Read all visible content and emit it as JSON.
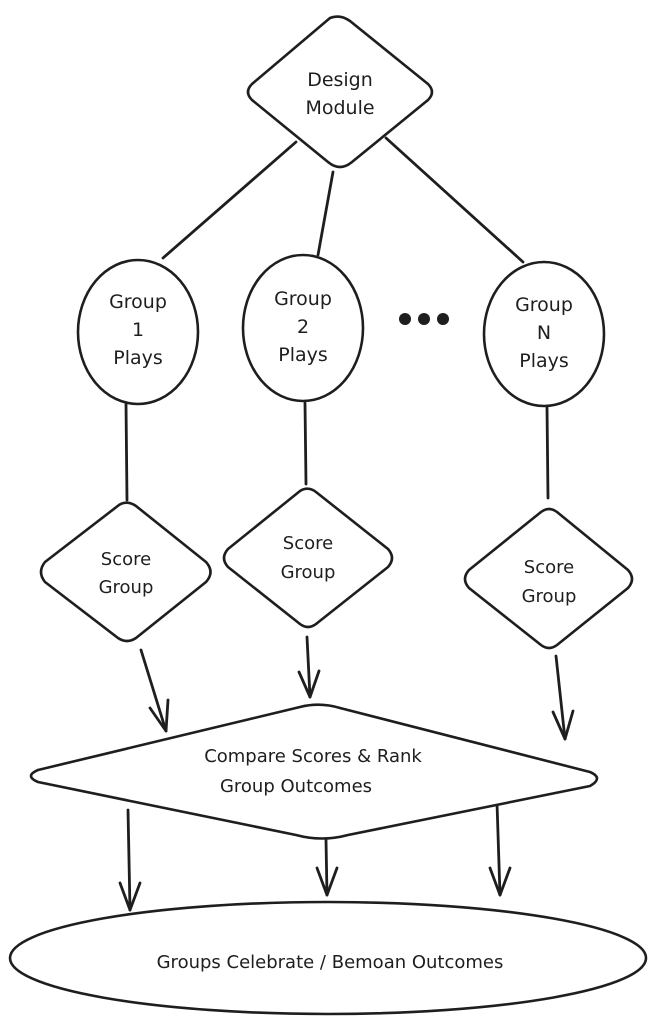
{
  "diagram": {
    "title": "Group game flow",
    "nodes": {
      "design": {
        "lines": [
          "Design",
          "Module"
        ],
        "shape": "diamond"
      },
      "group1": {
        "lines": [
          "Group",
          "1",
          "Plays"
        ],
        "shape": "ellipse"
      },
      "group2": {
        "lines": [
          "Group",
          "2",
          "Plays"
        ],
        "shape": "ellipse"
      },
      "ellipsis": {
        "text": "•••"
      },
      "groupN": {
        "lines": [
          "Group",
          "N",
          "Plays"
        ],
        "shape": "ellipse"
      },
      "score1": {
        "lines": [
          "Score",
          "Group"
        ],
        "shape": "diamond"
      },
      "score2": {
        "lines": [
          "Score",
          "Group"
        ],
        "shape": "diamond"
      },
      "scoreN": {
        "lines": [
          "Score",
          "Group"
        ],
        "shape": "diamond"
      },
      "compare": {
        "lines": [
          "Compare Scores & Rank",
          "Group Outcomes"
        ],
        "shape": "diamond"
      },
      "celebrate": {
        "lines": [
          "Groups Celebrate / Bemoan Outcomes"
        ],
        "shape": "ellipse"
      }
    },
    "edges": [
      {
        "from": "design",
        "to": "group1",
        "arrow": false
      },
      {
        "from": "design",
        "to": "group2",
        "arrow": false
      },
      {
        "from": "design",
        "to": "groupN",
        "arrow": false
      },
      {
        "from": "group1",
        "to": "score1",
        "arrow": false
      },
      {
        "from": "group2",
        "to": "score2",
        "arrow": false
      },
      {
        "from": "groupN",
        "to": "scoreN",
        "arrow": false
      },
      {
        "from": "score1",
        "to": "compare",
        "arrow": true
      },
      {
        "from": "score2",
        "to": "compare",
        "arrow": true
      },
      {
        "from": "scoreN",
        "to": "compare",
        "arrow": true
      },
      {
        "from": "compare",
        "to": "celebrate",
        "arrow": true
      },
      {
        "from": "compare",
        "to": "celebrate",
        "arrow": true
      },
      {
        "from": "compare",
        "to": "celebrate",
        "arrow": true
      }
    ]
  }
}
